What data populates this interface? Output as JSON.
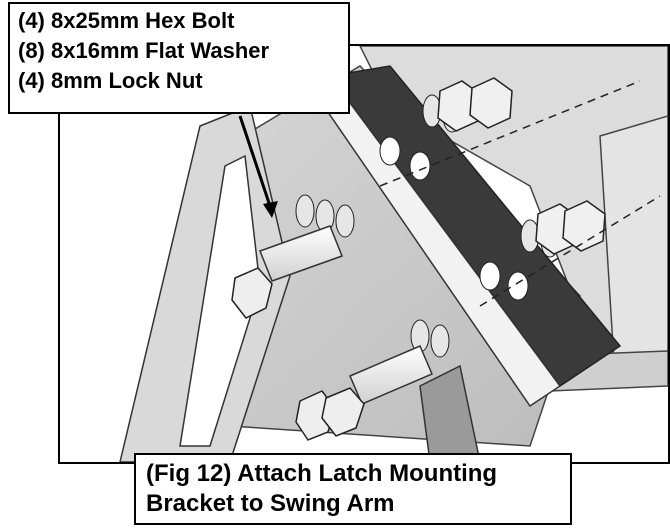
{
  "parts_callout": {
    "line1": "(4) 8x25mm Hex Bolt",
    "line2": "(8) 8x16mm Flat Washer",
    "line3": "(4) 8mm Lock Nut"
  },
  "caption": {
    "line1": "(Fig 12) Attach Latch Mounting",
    "line2": "Bracket to Swing Arm"
  }
}
